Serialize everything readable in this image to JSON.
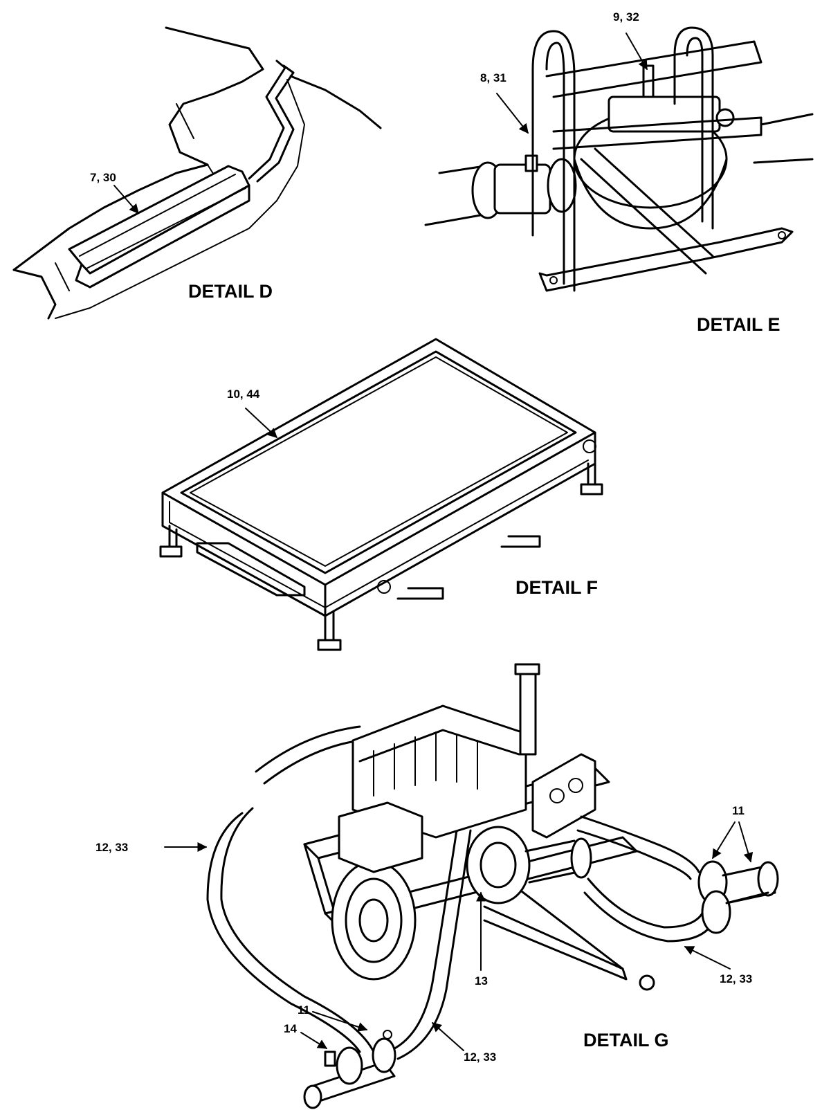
{
  "details": [
    {
      "id": "D",
      "title": "DETAIL D",
      "callouts": [
        "7, 30"
      ]
    },
    {
      "id": "E",
      "title": "DETAIL E",
      "callouts": [
        "9, 32",
        "8, 31"
      ]
    },
    {
      "id": "F",
      "title": "DETAIL F",
      "callouts": [
        "10, 44"
      ]
    },
    {
      "id": "G",
      "title": "DETAIL G",
      "callouts": [
        "11",
        "12, 33",
        "12, 33",
        "13",
        "11",
        "14",
        "12, 33"
      ]
    }
  ]
}
